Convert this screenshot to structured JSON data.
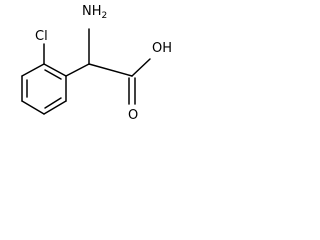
{
  "molecule": {
    "labels": {
      "chlorine": "Cl",
      "amine": "NH",
      "amine_subscript": "2",
      "hydroxyl": "OH",
      "carbonyl_oxygen": "O"
    }
  }
}
